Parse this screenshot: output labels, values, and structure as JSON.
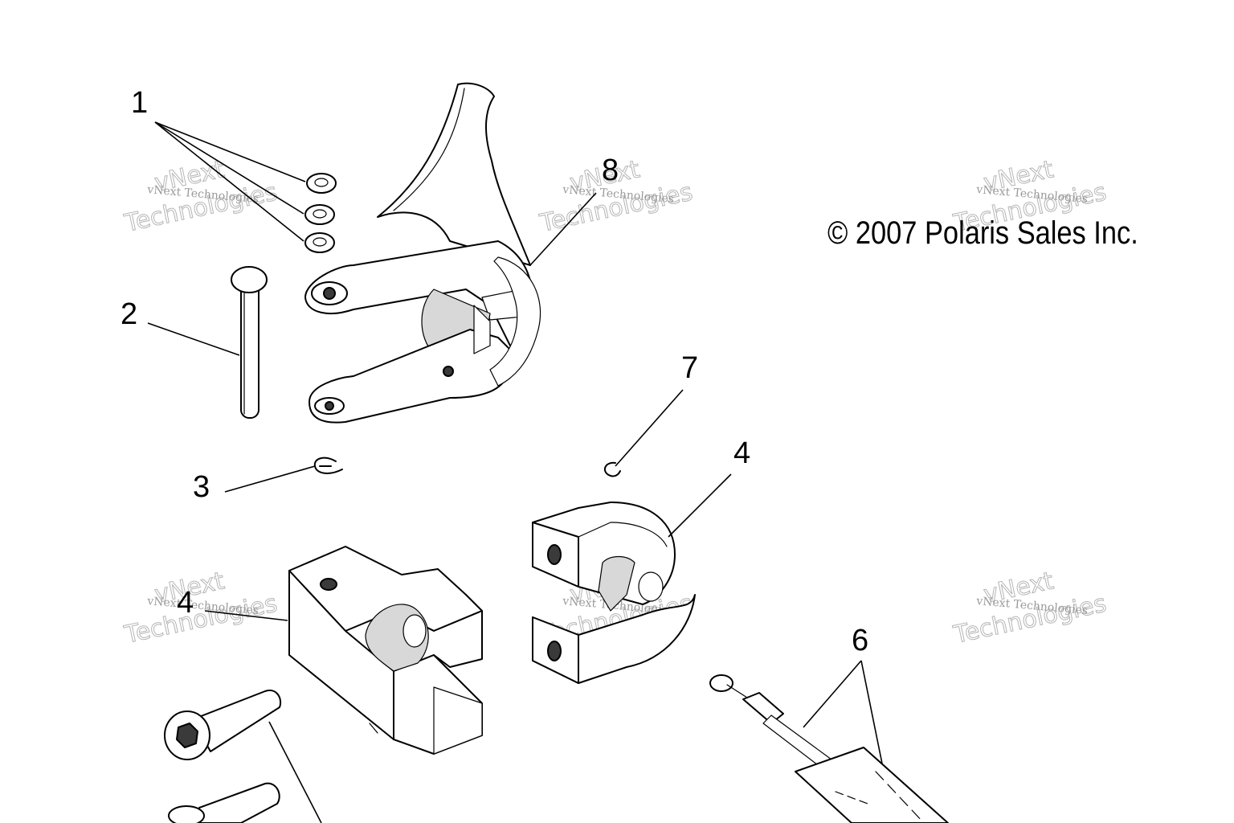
{
  "copyright": "© 2007 Polaris Sales Inc.",
  "watermark": {
    "line1": "vNext Technologies",
    "line2": "Technologies",
    "line3": "vNext"
  },
  "callouts": [
    {
      "id": "1",
      "label": "1"
    },
    {
      "id": "2",
      "label": "2"
    },
    {
      "id": "3",
      "label": "3"
    },
    {
      "id": "4a",
      "label": "4"
    },
    {
      "id": "4b",
      "label": "4"
    },
    {
      "id": "6",
      "label": "6"
    },
    {
      "id": "7",
      "label": "7"
    },
    {
      "id": "8",
      "label": "8"
    }
  ]
}
